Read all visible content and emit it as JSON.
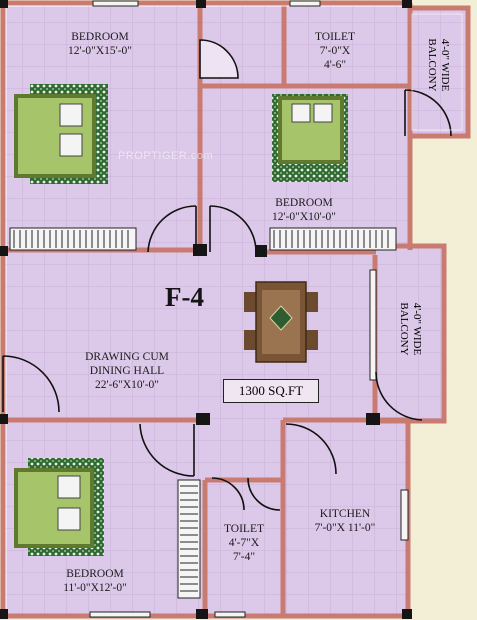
{
  "plan": {
    "title": "F-4",
    "area_label": "1300 SQ.FT",
    "watermark": "PROPTIGER.com",
    "rooms": [
      {
        "name": "BEDROOM",
        "size": "12'-0\"X15'-0\""
      },
      {
        "name": "TOILET",
        "size_line1": "7'-0\"X",
        "size_line2": "4'-6\""
      },
      {
        "name": "BEDROOM",
        "size": "12'-0\"X10'-0\""
      },
      {
        "name_line1": "DRAWING CUM",
        "name_line2": "DINING HALL",
        "size": "22'-6\"X10'-0\""
      },
      {
        "name": "TOILET",
        "size_line1": "4'-7\"X",
        "size_line2": "7'-4\""
      },
      {
        "name": "KITCHEN",
        "size": "7'-0\"X 11'-0\""
      },
      {
        "name": "BEDROOM",
        "size": "11'-0\"X12'-0\""
      }
    ],
    "balconies": [
      {
        "line1": "4'-0\" WIDE",
        "line2": "BALCONY"
      },
      {
        "line1": "4'-0\" WIDE",
        "line2": "BALCONY"
      }
    ],
    "colors": {
      "floor": "#dcc8e8",
      "wall": "#c97b72",
      "background": "#f3efd6",
      "bed": "#a6c46a"
    }
  }
}
